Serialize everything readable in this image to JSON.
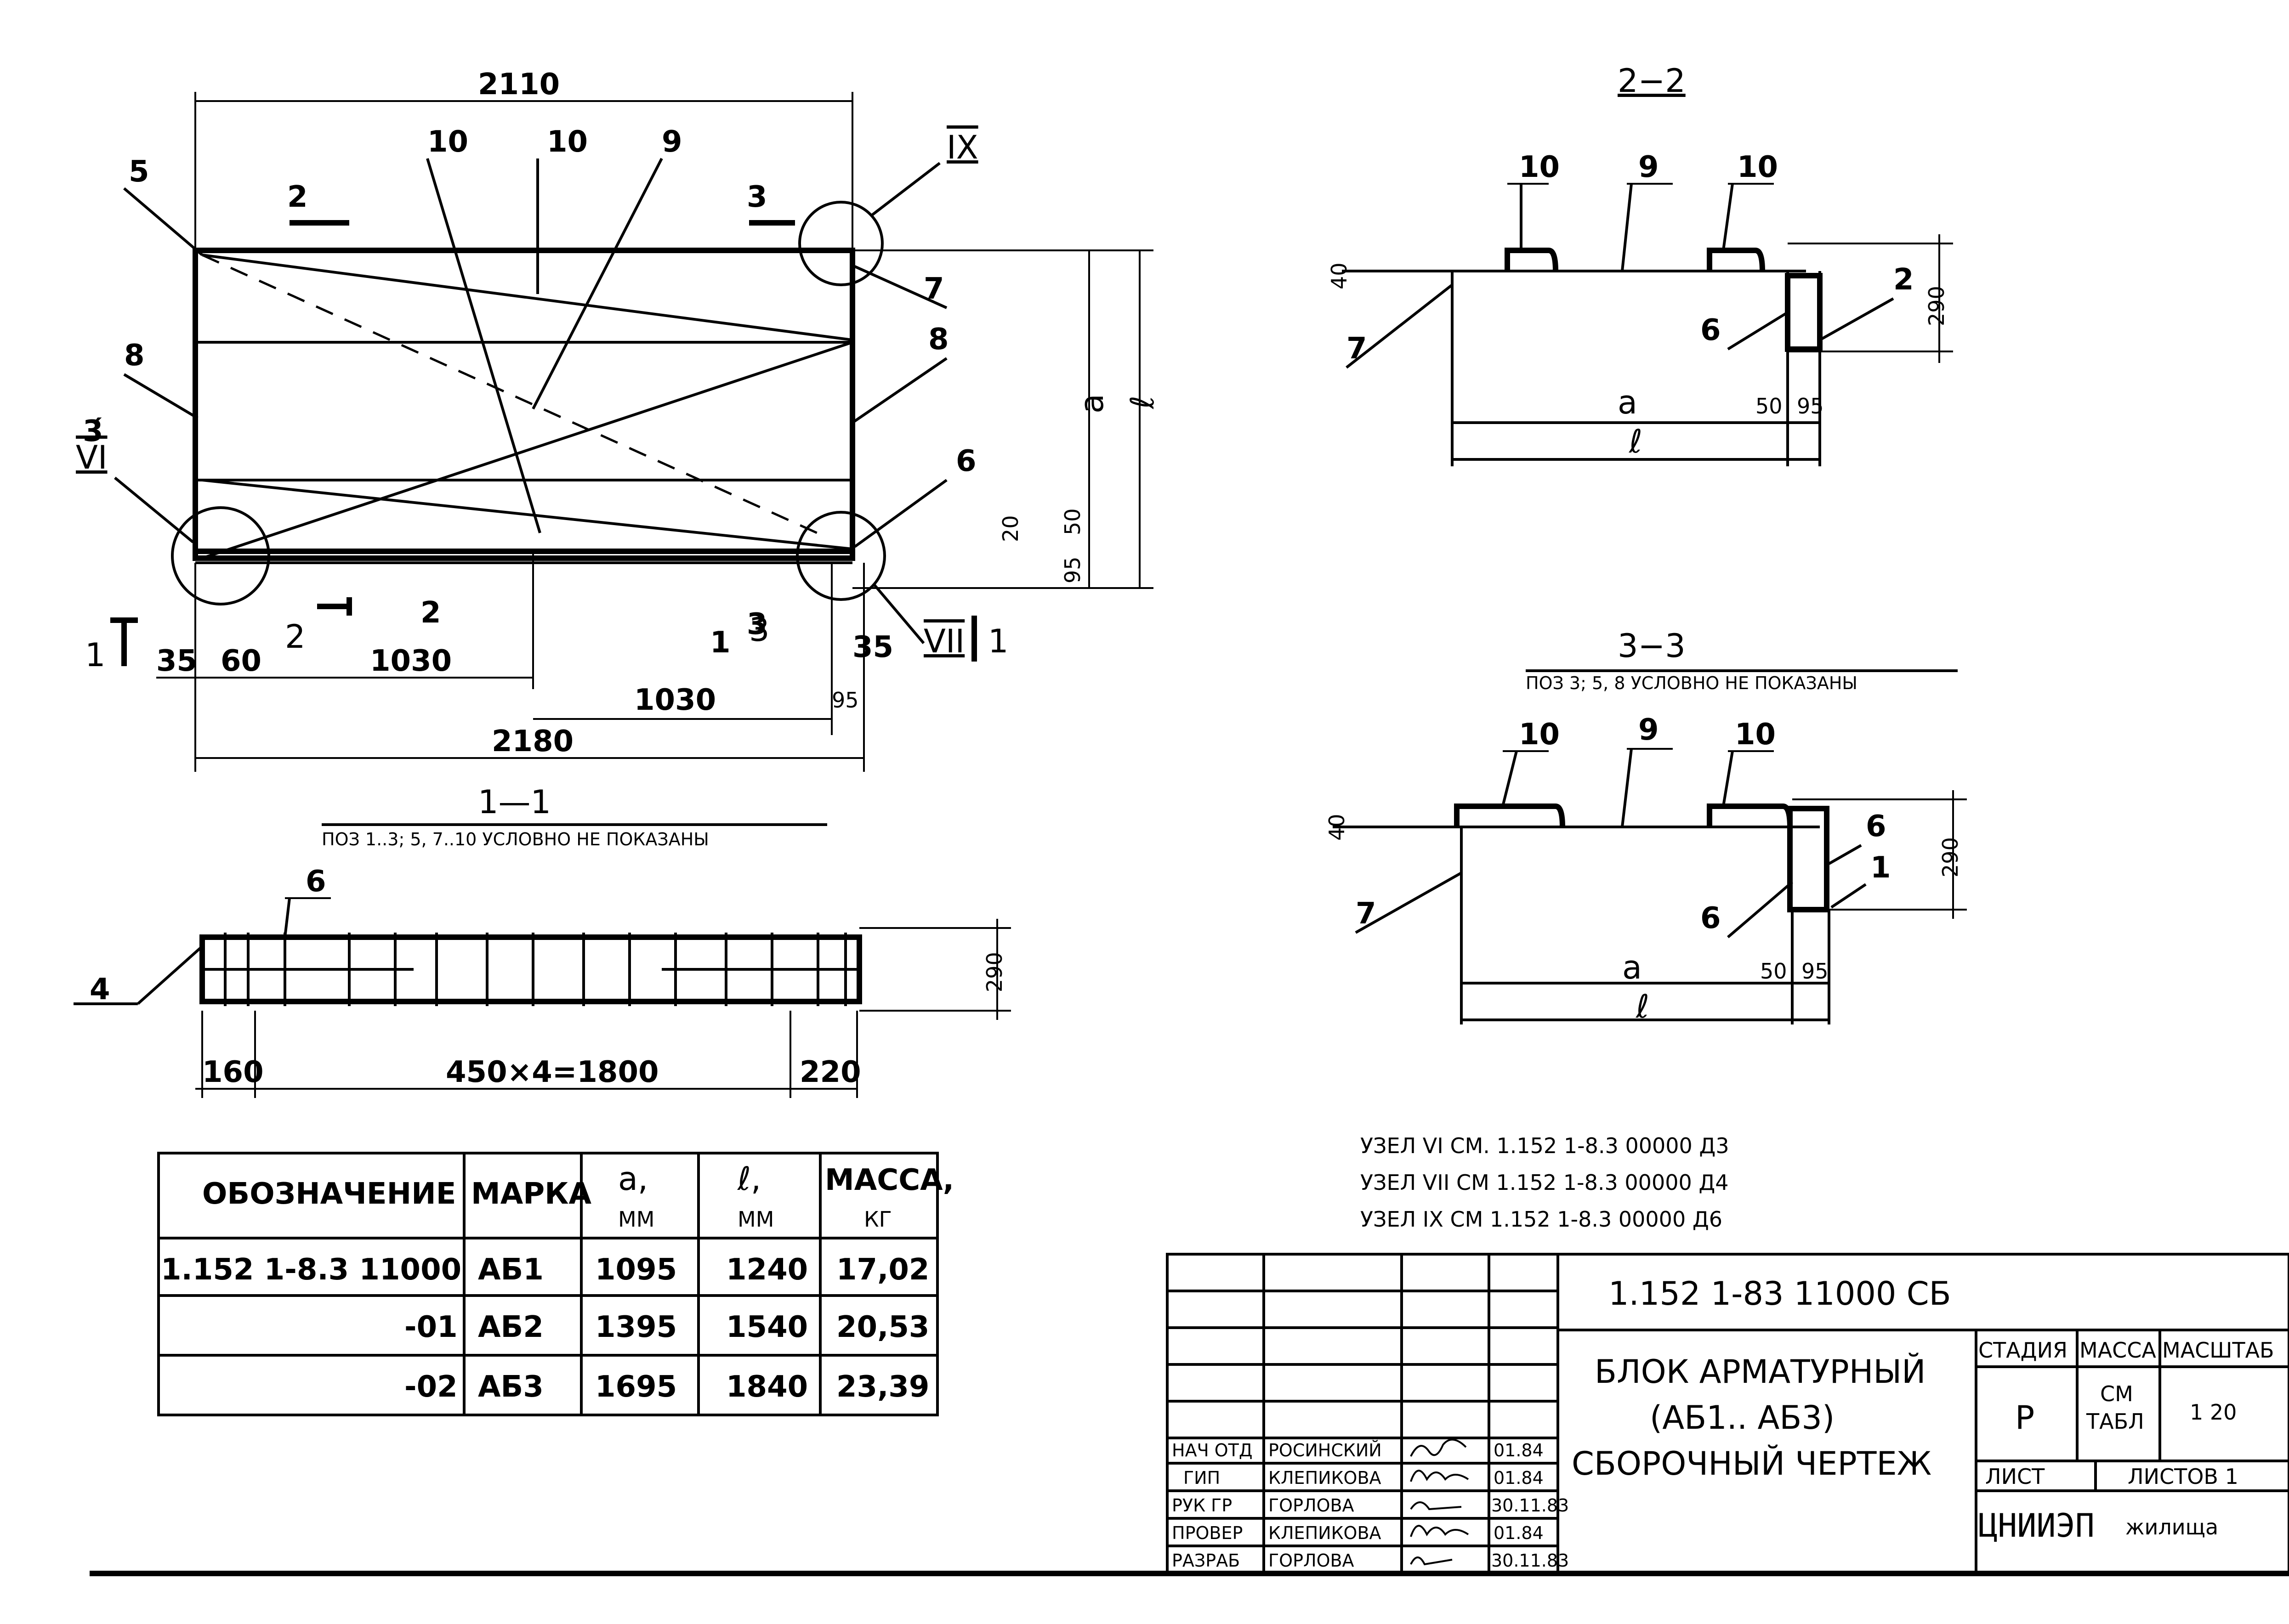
{
  "plan": {
    "dim_total_top": "2110",
    "dim_total_bottom": "2180",
    "dim_left_35": "35",
    "dim_left_60": "60",
    "dim_left_1030": "1030",
    "dim_right_1030": "1030",
    "dim_right_35": "35",
    "dim_right_95": "95",
    "dim_a": "a",
    "dim_l": "ℓ",
    "dim_20": "20",
    "dim_50": "50",
    "dim_95": "95",
    "pos": [
      "1",
      "2",
      "3",
      "5",
      "6",
      "7",
      "8",
      "9",
      "10",
      "2",
      "3",
      "3́",
      "8",
      "10"
    ],
    "node_vi": "VI",
    "node_vii": "VII",
    "node_ix": "IX",
    "sec_1": "1",
    "sec_2": "2",
    "sec_3": "3"
  },
  "section22": {
    "title": "2−2",
    "pos_10a": "10",
    "pos_9": "9",
    "pos_10b": "10",
    "pos_7": "7",
    "pos_6": "6",
    "pos_2": "2",
    "dim_40": "40",
    "dim_290": "290",
    "dim_a": "a",
    "dim_50": "50",
    "dim_95": "95",
    "dim_l": "ℓ"
  },
  "section33": {
    "title": "3−3",
    "note": "ПОЗ 3; 5, 8 УСЛОВНО НЕ ПОКАЗАНЫ",
    "pos_10a": "10",
    "pos_9": "9",
    "pos_10b": "10",
    "pos_7": "7",
    "pos_6a": "6",
    "pos_6b": "6",
    "pos_1": "1",
    "dim_40": "40",
    "dim_290": "290",
    "dim_a": "a",
    "dim_50": "50",
    "dim_95": "95",
    "dim_l": "ℓ"
  },
  "section11": {
    "title": "1—1",
    "note": "ПОЗ 1..3; 5, 7..10 УСЛОВНО НЕ ПОКАЗАНЫ",
    "pos_6": "6",
    "pos_4": "4",
    "dim_160": "160",
    "dim_mid": "450×4=1800",
    "dim_220": "220",
    "dim_290": "290"
  },
  "nodes": [
    "УЗЕЛ VI СМ. 1.152 1-8.3 00000 Д3",
    "УЗЕЛ VII СМ 1.152 1-8.3 00000 Д4",
    "УЗЕЛ IX СМ 1.152 1-8.3 00000 Д6"
  ],
  "spec_table": {
    "headers": [
      "ОБОЗНАЧЕНИЕ",
      "МАРКА",
      "a,",
      "ℓ,",
      "МАССА,"
    ],
    "units": [
      "",
      "",
      "ММ",
      "ММ",
      "КГ"
    ],
    "rows": [
      [
        "1.152 1-8.3 11000",
        "АБ1",
        "1095",
        "1240",
        "17,02"
      ],
      [
        "-01",
        "АБ2",
        "1395",
        "1540",
        "20,53"
      ],
      [
        "-02",
        "АБ3",
        "1695",
        "1840",
        "23,39"
      ]
    ]
  },
  "title_block": {
    "code": "1.152 1-83 11000 СБ",
    "name_line1": "БЛОК АРМАТУРНЫЙ",
    "name_line2": "(АБ1.. АБ3)",
    "name_line3": "СБОРОЧНЫЙ ЧЕРТЕЖ",
    "col_stage": "СТАДИЯ",
    "col_mass": "МАССА",
    "col_scale": "МАСШТАБ",
    "stage": "Р",
    "mass_line1": "СМ",
    "mass_line2": "ТАБЛ",
    "scale": "1 20",
    "sheet": "ЛИСТ",
    "sheets": "ЛИСТОВ 1",
    "org": "ЦНИИЭП",
    "org_suffix": "жилища",
    "staff": [
      {
        "role": "НАЧ ОТД",
        "name": "РОСИНСКИЙ",
        "date": "01.84"
      },
      {
        "role": "ГИП",
        "name": "КЛЕПИКОВА",
        "date": "01.84"
      },
      {
        "role": "РУК ГР",
        "name": "ГОРЛОВА",
        "date": "30.11.83"
      },
      {
        "role": "ПРОВЕР",
        "name": "КЛЕПИКОВА",
        "date": "01.84"
      },
      {
        "role": "РАЗРАБ",
        "name": "ГОРЛОВА",
        "date": "30.11.83"
      }
    ]
  }
}
